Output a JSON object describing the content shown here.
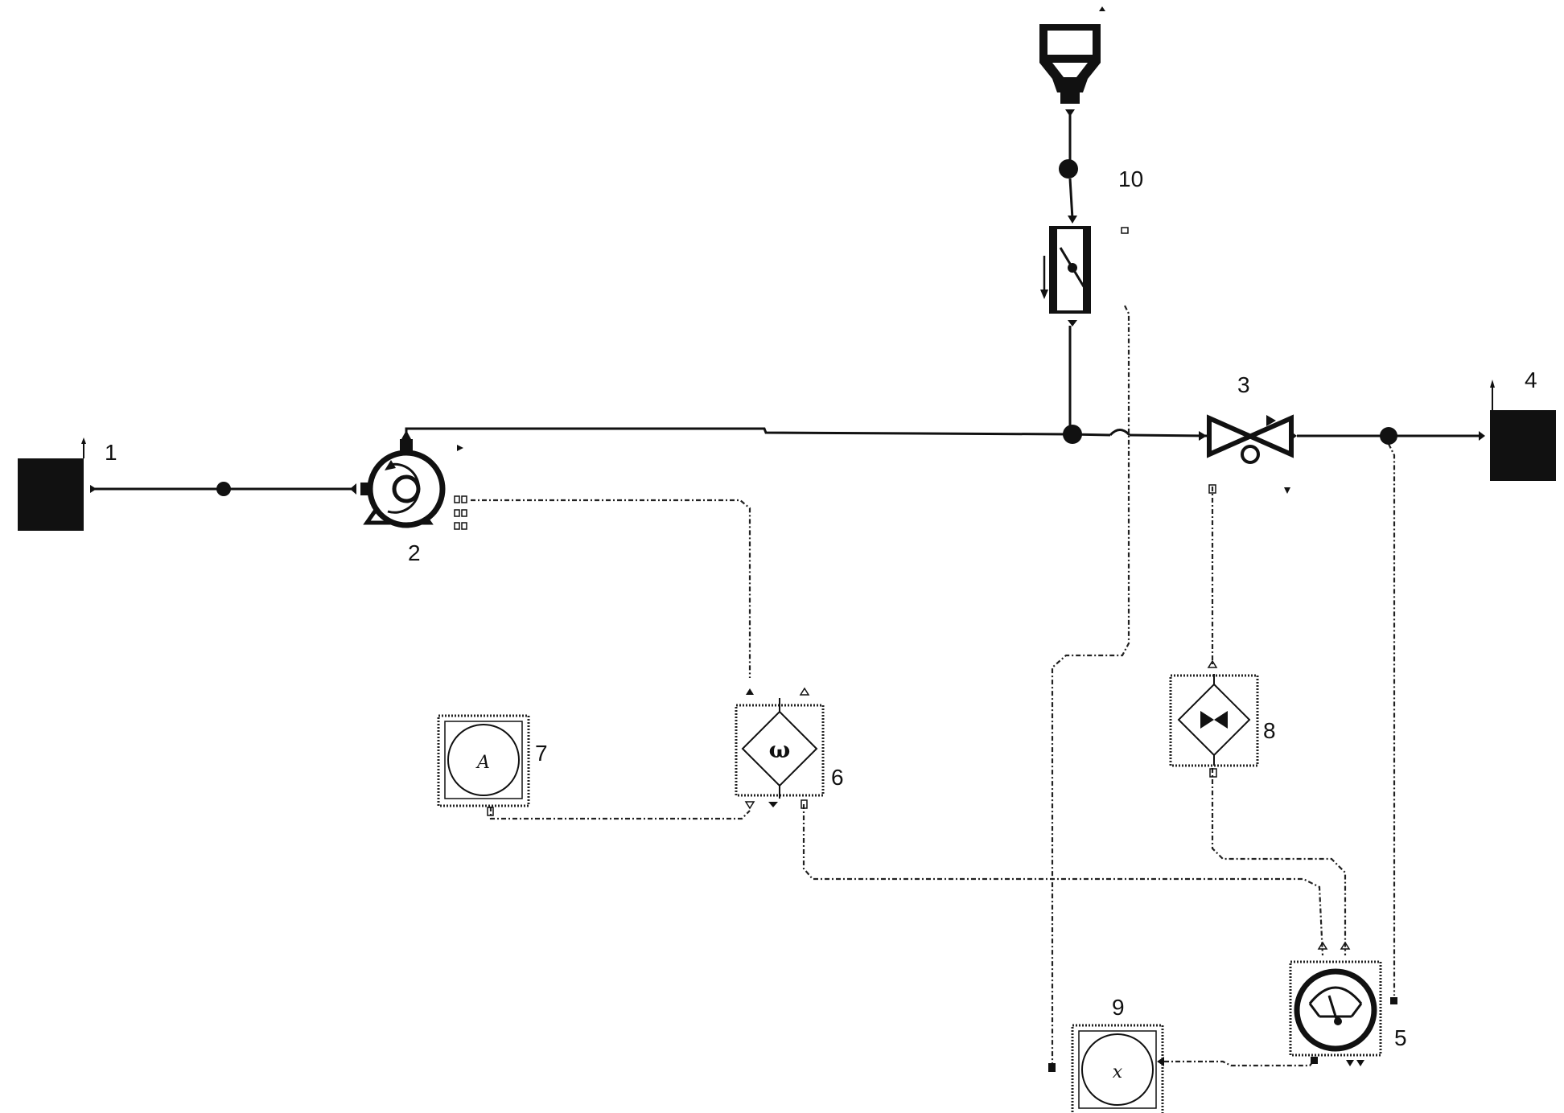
{
  "labels": {
    "c1": "1",
    "c2": "2",
    "c3": "3",
    "c4": "4",
    "c5": "5",
    "c6": "6",
    "c7": "7",
    "c8": "8",
    "c9": "9",
    "c10": "10"
  },
  "glyphs": {
    "block6": "ω",
    "block7": "A",
    "block9": "x"
  }
}
